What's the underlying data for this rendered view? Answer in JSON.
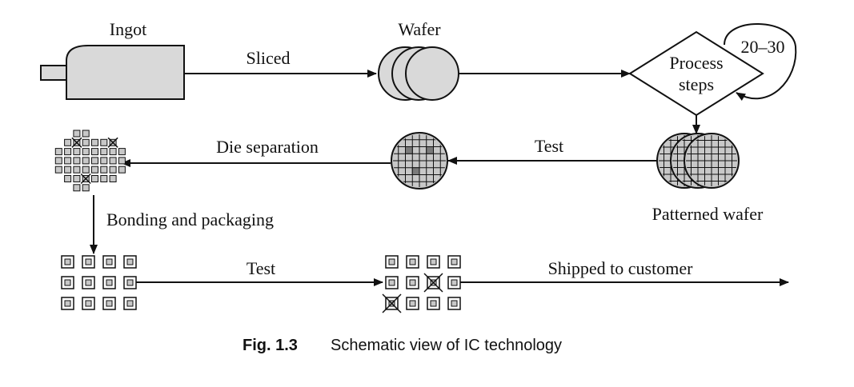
{
  "labels": {
    "ingot": "Ingot",
    "sliced": "Sliced",
    "wafer": "Wafer",
    "process_steps_line1": "Process",
    "process_steps_line2": "steps",
    "loop_count": "20–30",
    "patterned_wafer": "Patterned wafer",
    "test_1": "Test",
    "die_separation": "Die separation",
    "bonding_packaging": "Bonding and packaging",
    "test_2": "Test",
    "shipped": "Shipped to customer"
  },
  "caption": {
    "number": "Fig. 1.3",
    "text": "Schematic view of IC technology"
  },
  "colors": {
    "line": "#111111",
    "wafer_fill": "#d9d9d9",
    "die_fill": "#c8c8c8",
    "defect_fill": "#7a7a7a"
  }
}
